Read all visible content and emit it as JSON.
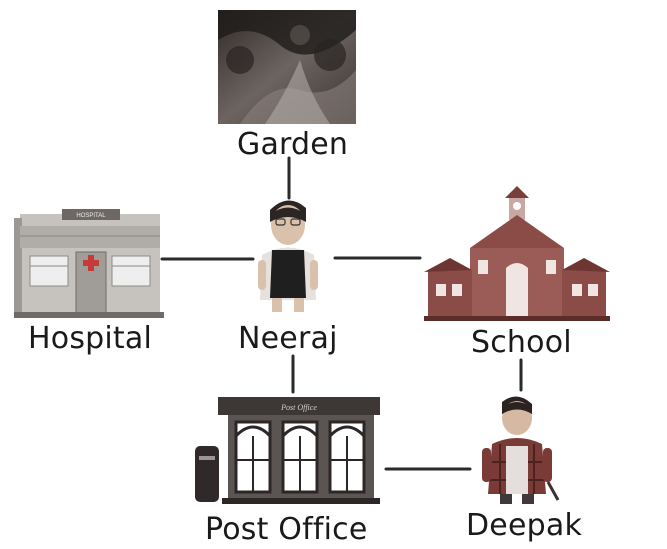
{
  "nodes": {
    "garden": {
      "label": "Garden"
    },
    "hospital": {
      "label": "Hospital",
      "sign": "HOSPITAL"
    },
    "neeraj": {
      "label": "Neeraj"
    },
    "school": {
      "label": "School"
    },
    "post_office": {
      "label": "Post Office",
      "sign": "Post Office"
    },
    "deepak": {
      "label": "Deepak"
    }
  },
  "connections": [
    {
      "from": "Garden",
      "to": "Neeraj"
    },
    {
      "from": "Hospital",
      "to": "Neeraj"
    },
    {
      "from": "Neeraj",
      "to": "School"
    },
    {
      "from": "Neeraj",
      "to": "Post Office"
    },
    {
      "from": "School",
      "to": "Deepak"
    },
    {
      "from": "Post Office",
      "to": "Deepak"
    }
  ],
  "colors": {
    "line": "#2a2a2a",
    "garden": "#4a4340",
    "hospital_wall": "#c6c3bf",
    "school_brick": "#8b4b47",
    "post_office": "#4c4645",
    "neeraj_vest": "#1f1f1f",
    "deepak_shirt": "#7a3a36"
  }
}
